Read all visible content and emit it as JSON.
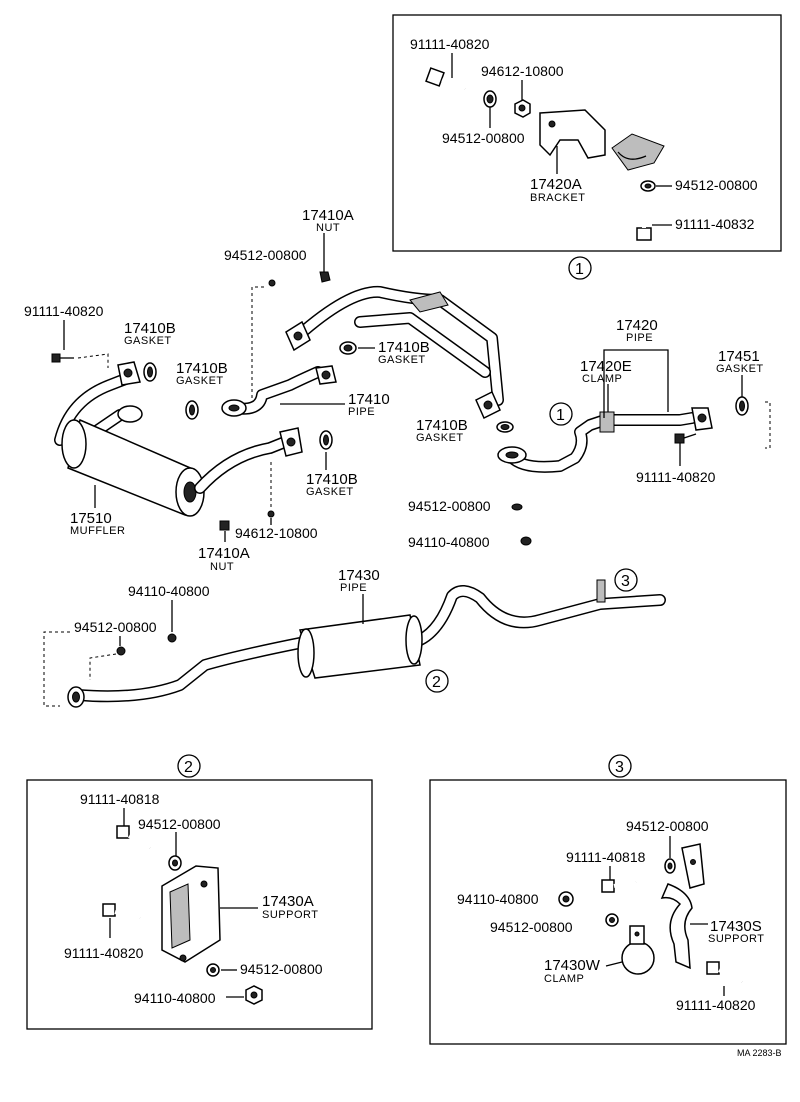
{
  "box1": {
    "callout": "1",
    "bolt_top": "91111-40820",
    "nut_top": "94612-10800",
    "washer_left": "94512-00800",
    "bracket_num": "17420A",
    "bracket_name": "BRACKET",
    "washer_right": "94512-00800",
    "bolt_bottom": "91111-40832"
  },
  "front": {
    "nut_top_num": "17410A",
    "nut_top_name": "NUT",
    "washer_top": "94512-00800",
    "bolt_left": "91111-40820",
    "gasket1_num": "17410B",
    "gasket1_name": "GASKET",
    "gasket2_num": "17410B",
    "gasket2_name": "GASKET",
    "gasket3_num": "17410B",
    "gasket3_name": "GASKET",
    "pipe_num": "17410",
    "pipe_name": "PIPE",
    "gasket4_num": "17410B",
    "gasket4_name": "GASKET",
    "gasket5_num": "17410B",
    "gasket5_name": "GASKET",
    "muffler_num": "17510",
    "muffler_name": "MUFFLER",
    "washer_bottom": "94612-10800",
    "nut_bottom_num": "17410A",
    "nut_bottom_name": "NUT"
  },
  "mid": {
    "callout": "1",
    "pipe_num": "17420",
    "pipe_name": "PIPE",
    "clamp_num": "17420E",
    "clamp_name": "CLAMP",
    "gasket_num": "17451",
    "gasket_name": "GASKET",
    "bolt": "91111-40820",
    "washer": "94512-00800",
    "nut": "94110-40800"
  },
  "tail": {
    "nut": "94110-40800",
    "washer": "94512-00800",
    "pipe_num": "17430",
    "pipe_name": "PIPE",
    "callout2": "2",
    "callout3": "3"
  },
  "box2": {
    "callout": "2",
    "bolt_top": "91111-40818",
    "washer_top": "94512-00800",
    "support_num": "17430A",
    "support_name": "SUPPORT",
    "bolt_bottom": "91111-40820",
    "washer_bottom": "94512-00800",
    "nut": "94110-40800"
  },
  "box3": {
    "callout": "3",
    "washer_top": "94512-00800",
    "bolt": "91111-40818",
    "nut": "94110-40800",
    "washer_mid": "94512-00800",
    "support_num": "17430S",
    "support_name": "SUPPORT",
    "clamp_num": "17430W",
    "clamp_name": "CLAMP",
    "bolt_bottom": "91111-40820"
  },
  "footer_code": "MA 2283-B"
}
